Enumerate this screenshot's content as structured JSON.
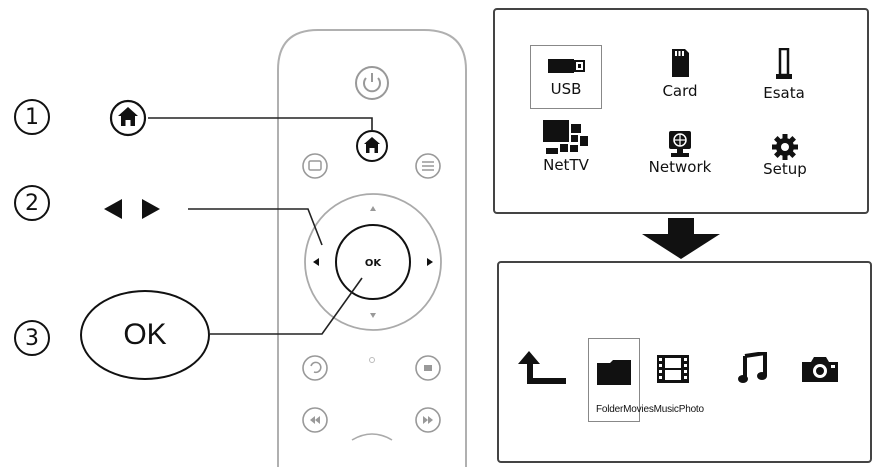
{
  "steps": [
    {
      "number": "1",
      "icon": "home-icon"
    },
    {
      "number": "2",
      "icon": "left-right-arrows-icon"
    },
    {
      "number": "3",
      "label": "OK"
    }
  ],
  "remote": {
    "ok_label": "OK"
  },
  "home_menu": {
    "items": [
      {
        "label": "USB",
        "icon": "usb-drive-icon",
        "selected": true
      },
      {
        "label": "Card",
        "icon": "sd-card-icon"
      },
      {
        "label": "Esata",
        "icon": "esata-drive-icon"
      },
      {
        "label": "NetTV",
        "icon": "nettv-icon"
      },
      {
        "label": "Network",
        "icon": "network-icon"
      },
      {
        "label": "Setup",
        "icon": "gear-icon"
      }
    ]
  },
  "media_menu": {
    "items": [
      {
        "icon": "back-arrow-icon"
      },
      {
        "icon": "folder-icon",
        "selected": true
      },
      {
        "icon": "film-icon"
      },
      {
        "icon": "music-note-icon"
      },
      {
        "icon": "camera-icon"
      }
    ],
    "label": "FolderMoviesMusicPhoto"
  },
  "colors": {
    "ink": "#111111",
    "remote_outline": "#b0b0b0",
    "panel_border": "#444444"
  }
}
